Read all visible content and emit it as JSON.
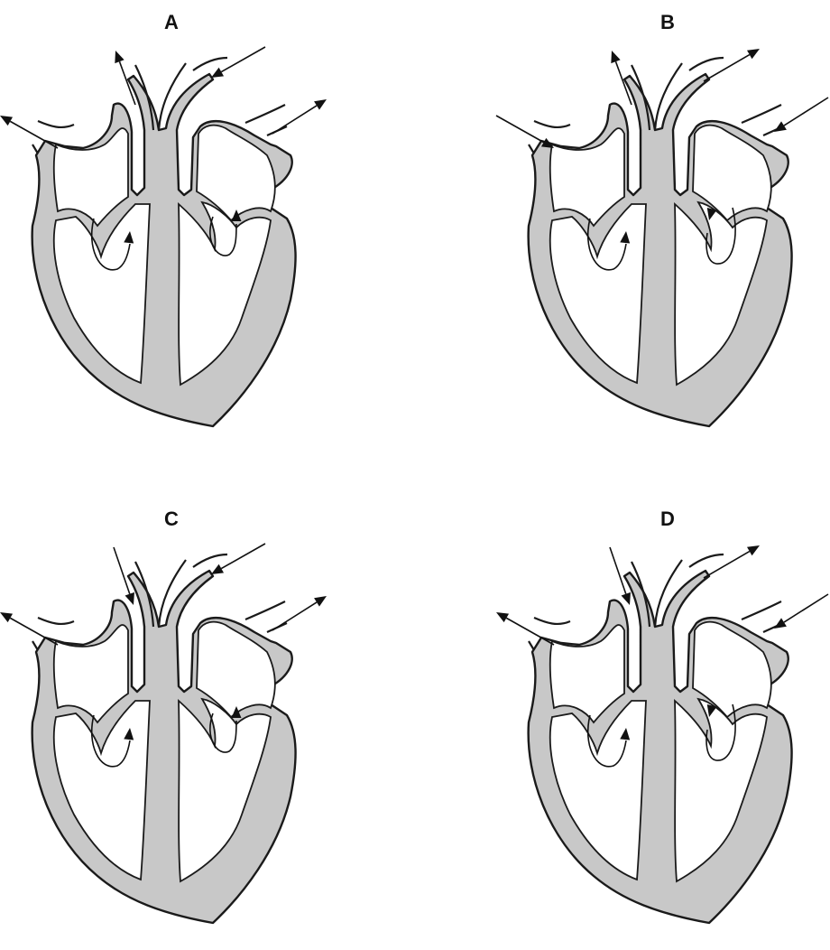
{
  "colors": {
    "tissue": "#c8c8c8",
    "outline": "#1a1a1a",
    "chamber": "#ffffff",
    "arrow": "#111111"
  },
  "panels": [
    {
      "label": "A",
      "left_vessel": "out",
      "center_vessel": "out",
      "right_vessel": "in",
      "far_right_vessel": "out",
      "left_ventricle": "up",
      "right_ventricle": "up"
    },
    {
      "label": "B",
      "left_vessel": "in",
      "center_vessel": "out",
      "right_vessel": "out",
      "far_right_vessel": "in",
      "left_ventricle": "up",
      "right_ventricle": "down"
    },
    {
      "label": "C",
      "left_vessel": "out",
      "center_vessel": "in",
      "right_vessel": "in",
      "far_right_vessel": "out",
      "left_ventricle": "up",
      "right_ventricle": "up"
    },
    {
      "label": "D",
      "left_vessel": "out",
      "center_vessel": "in",
      "right_vessel": "out",
      "far_right_vessel": "in",
      "left_ventricle": "up",
      "right_ventricle": "down"
    }
  ]
}
